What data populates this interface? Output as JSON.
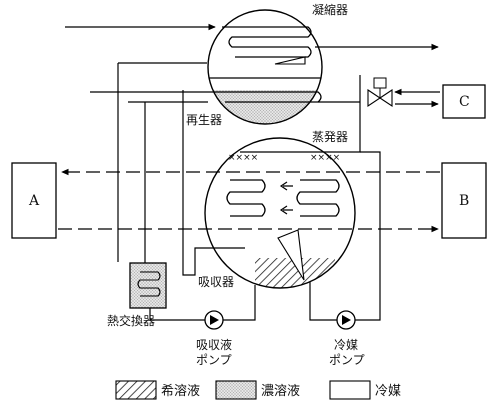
{
  "labels": {
    "condenser": "凝縮器",
    "regenerator": "再生器",
    "evaporator": "蒸発器",
    "absorber": "吸収器",
    "heat_exchanger": "熱交換器",
    "absorbent_pump_line1": "吸収液",
    "absorbent_pump_line2": "ポンプ",
    "refrigerant_pump_line1": "冷媒",
    "refrigerant_pump_line2": "ポンプ"
  },
  "boxes": {
    "a": "A",
    "b": "B",
    "c": "C"
  },
  "legend": [
    {
      "label": "希溶液",
      "pattern": "hatch"
    },
    {
      "label": "濃溶液",
      "pattern": "dots"
    },
    {
      "label": "冷媒",
      "pattern": "blank"
    }
  ]
}
